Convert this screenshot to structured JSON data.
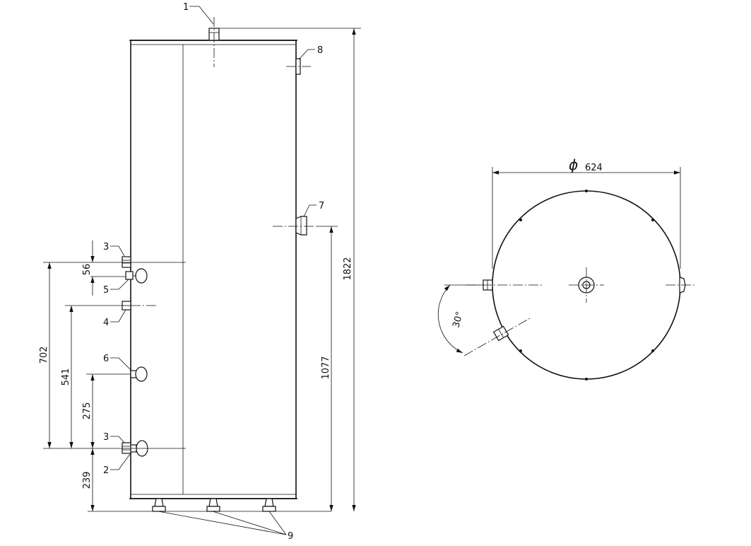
{
  "side_view": {
    "callouts": [
      "1",
      "8",
      "7",
      "3",
      "5",
      "4",
      "6",
      "3",
      "2",
      "9"
    ],
    "dimensions": {
      "total_height": "1822",
      "connection_7_height": "1077",
      "dim_702": "702",
      "dim_541": "541",
      "dim_275": "275",
      "dim_239": "239",
      "dim_56": "56"
    }
  },
  "top_view": {
    "diameter_symbol": "ϕ",
    "diameter_value": "624",
    "angle": "30°"
  }
}
